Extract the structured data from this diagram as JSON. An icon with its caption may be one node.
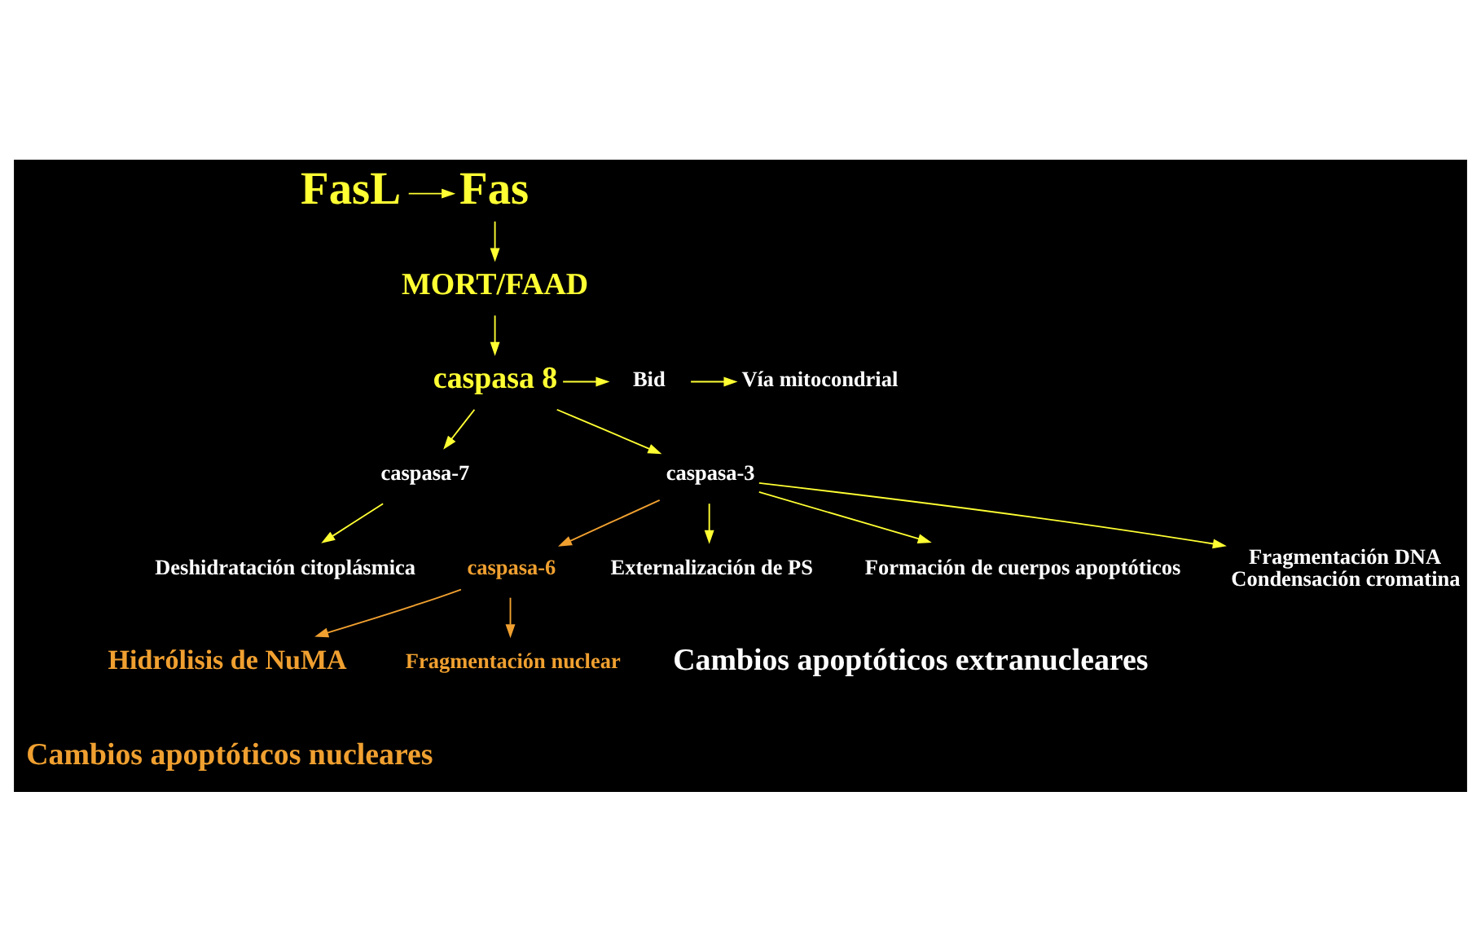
{
  "diagram": {
    "nodes": [
      {
        "text": [
          "FasL"
        ]
      },
      {
        "text": [
          "Fas"
        ]
      },
      {
        "text": [
          "MORT/FAAD"
        ]
      },
      {
        "text": [
          "caspasa 8"
        ]
      },
      {
        "text": [
          "Bid"
        ]
      },
      {
        "text": [
          "Vía mitocondrial"
        ]
      },
      {
        "text": [
          "caspasa-7"
        ]
      },
      {
        "text": [
          "caspasa-3"
        ]
      },
      {
        "text": [
          "caspasa-6"
        ]
      },
      {
        "text": [
          "Deshidratación citoplásmica"
        ]
      },
      {
        "text": [
          "Externalización de PS"
        ]
      },
      {
        "text": [
          "Formación de cuerpos apoptóticos"
        ]
      },
      {
        "text": [
          "Fragmentación DNA",
          "Condensación cromatina"
        ]
      },
      {
        "text": [
          "Hidrólisis de NuMA"
        ]
      },
      {
        "text": [
          "Fragmentación nuclear"
        ]
      }
    ],
    "edges": [
      {
        "from": 0,
        "to": 1,
        "arrow": "to"
      },
      {
        "from": 1,
        "to": 2,
        "arrow": "to"
      },
      {
        "from": 2,
        "to": 3,
        "arrow": "to"
      },
      {
        "from": 3,
        "to": 4,
        "arrow": "to"
      },
      {
        "from": 4,
        "to": 5,
        "arrow": "to"
      },
      {
        "from": 3,
        "to": 6,
        "arrow": "to"
      },
      {
        "from": 3,
        "to": 7,
        "arrow": "to"
      },
      {
        "from": 7,
        "to": 8,
        "arrow": "to",
        "color": "#f0a030"
      },
      {
        "from": 6,
        "to": 9,
        "arrow": "to"
      },
      {
        "from": 7,
        "to": 10,
        "arrow": "to"
      },
      {
        "from": 7,
        "to": 11,
        "arrow": "to"
      },
      {
        "from": 7,
        "to": 12,
        "arrow": "to"
      },
      {
        "from": 8,
        "to": 13,
        "arrow": "to",
        "color": "#f0a030"
      },
      {
        "from": 8,
        "to": 14,
        "arrow": "to",
        "color": "#f0a030"
      }
    ],
    "labels": [
      "Cambios apoptóticos extranucleares",
      "Cambios apoptóticos nucleares"
    ]
  }
}
